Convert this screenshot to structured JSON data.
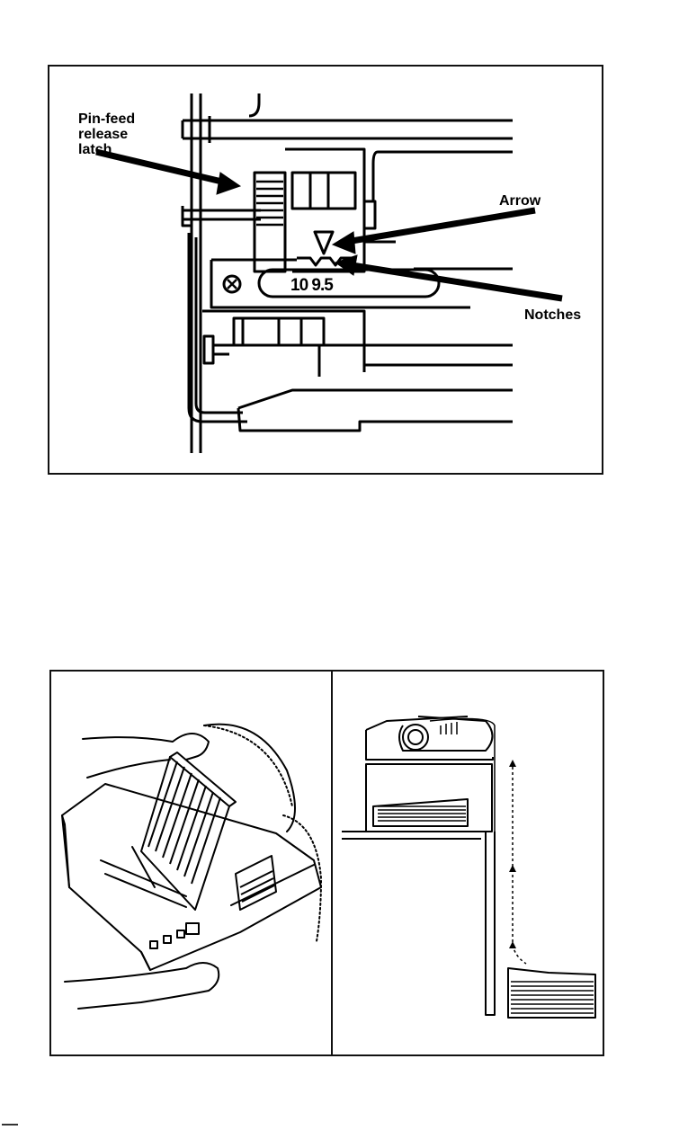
{
  "figure_top": {
    "labels": {
      "pin_feed_release_latch": "Pin-feed release latch",
      "arrow": "Arrow",
      "notches": "Notches"
    },
    "scale_marks": "10 9.5"
  },
  "figure_bottom": {
    "left_panel": "printer-with-tractor-feeder",
    "right_panel": "paper-path-side-view"
  }
}
